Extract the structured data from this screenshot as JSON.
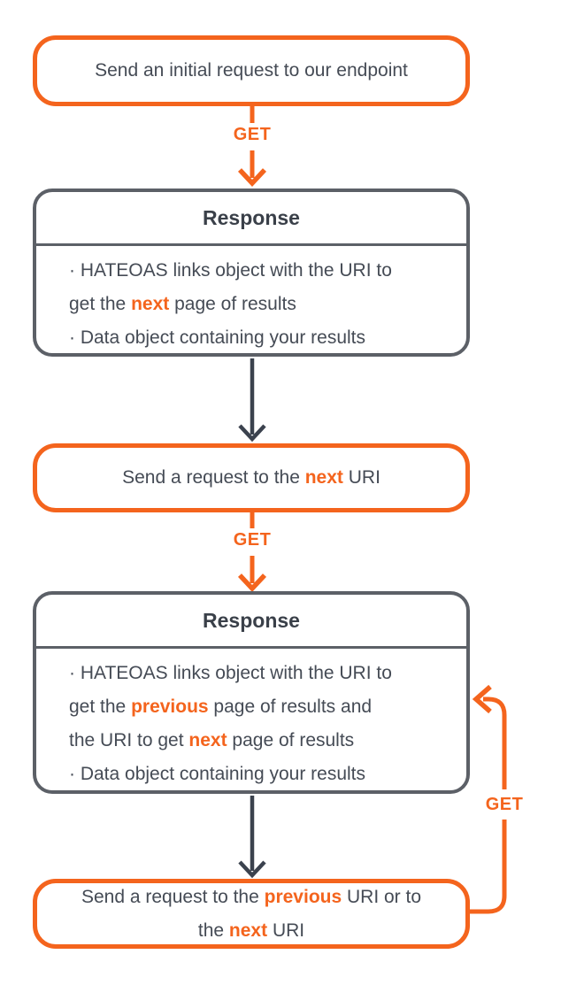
{
  "colors": {
    "orange": "#F4641D",
    "dark": "#3B424E",
    "border_gray": "#5C6067",
    "text": "#454B55",
    "title": "#3A4049",
    "background": "#FFFFFF"
  },
  "diagram": {
    "get_labels": [
      "GET",
      "GET",
      "GET"
    ],
    "initial_request": {
      "lines": [
        [
          {
            "t": "Send an initial request to our endpoint"
          }
        ]
      ]
    },
    "response_1": {
      "title": "Response",
      "lines": [
        [
          {
            "t": "· HATEOAS links object with the URI to"
          }
        ],
        [
          {
            "t": "get the "
          },
          {
            "t": "next",
            "hl": true
          },
          {
            "t": " page of results"
          }
        ],
        [
          {
            "t": "· Data object containing your results"
          }
        ]
      ]
    },
    "request_next": {
      "lines": [
        [
          {
            "t": "Send a request to the "
          },
          {
            "t": "next",
            "hl": true
          },
          {
            "t": " URI"
          }
        ]
      ]
    },
    "response_2": {
      "title": "Response",
      "lines": [
        [
          {
            "t": "· HATEOAS links object with the URI to"
          }
        ],
        [
          {
            "t": "get the "
          },
          {
            "t": "previous",
            "hl": true
          },
          {
            "t": " page of results and"
          }
        ],
        [
          {
            "t": "the URI to get "
          },
          {
            "t": "next",
            "hl": true
          },
          {
            "t": " page of results"
          }
        ],
        [
          {
            "t": "· Data object containing your results"
          }
        ]
      ]
    },
    "request_prev_next": {
      "lines": [
        [
          {
            "t": "Send a request to the "
          },
          {
            "t": "previous",
            "hl": true
          },
          {
            "t": " URI or to"
          }
        ],
        [
          {
            "t": "the "
          },
          {
            "t": "next",
            "hl": true
          },
          {
            "t": " URI"
          }
        ]
      ]
    }
  }
}
